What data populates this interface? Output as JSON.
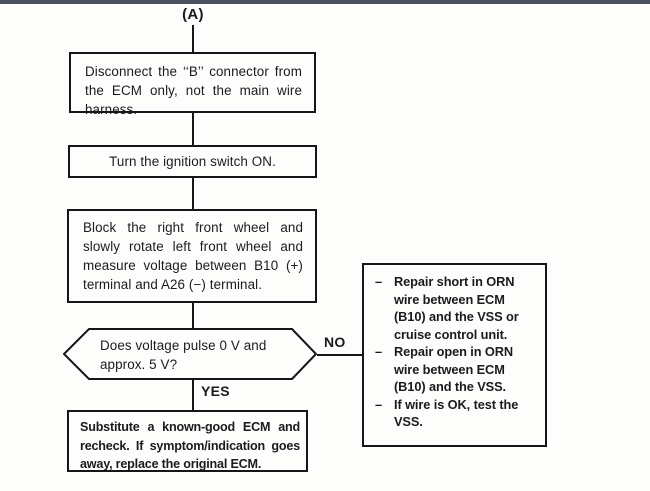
{
  "colors": {
    "background": "#fdfdfc",
    "ink": "#1b1b1b",
    "top_edge_bar": "#4a5160"
  },
  "flow": {
    "entry_label": "(A)",
    "steps": [
      {
        "id": "disconnect",
        "text": "Disconnect the ‘‘B’’ connector from the ECM only, not the main wire harness."
      },
      {
        "id": "ignition",
        "text": "Turn the ignition switch ON."
      },
      {
        "id": "measure",
        "text": "Block the right front wheel and slowly rotate left front wheel and measure voltage between B10 (+) terminal and A26 (−) terminal."
      },
      {
        "id": "substitute",
        "text": "Substitute a known-good ECM and recheck. If symptom/indication goes away, replace the original ECM."
      }
    ],
    "decision": {
      "text": "Does voltage pulse 0 V and approx. 5 V?",
      "yes_label": "YES",
      "no_label": "NO"
    },
    "no_actions": {
      "items": [
        {
          "bullet": "–",
          "text": "Repair short in ORN wire between ECM (B10) and the VSS or cruise control unit."
        },
        {
          "bullet": "–",
          "text": "Repair open in ORN wire between ECM (B10) and the VSS."
        },
        {
          "bullet": "–",
          "text": "If wire is OK, test the VSS."
        }
      ]
    }
  }
}
